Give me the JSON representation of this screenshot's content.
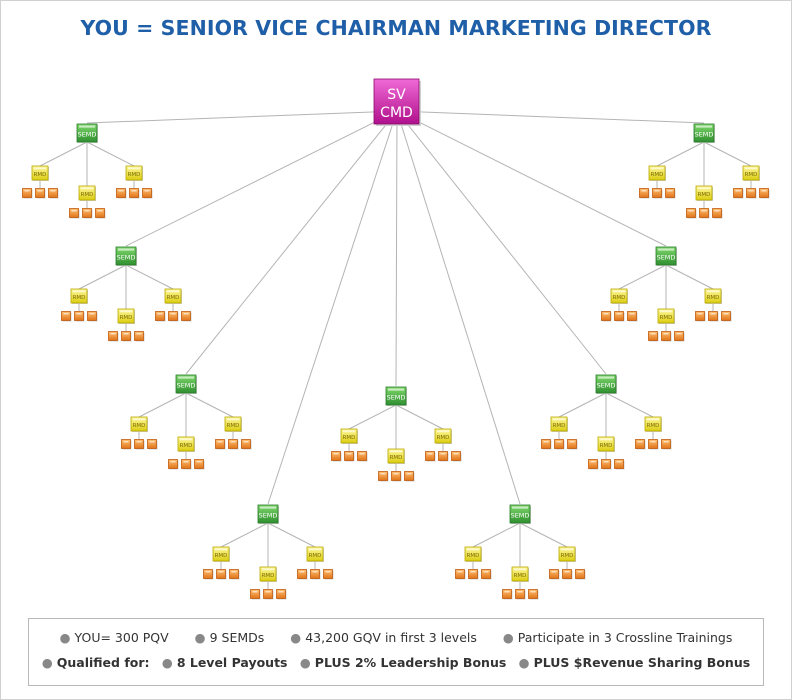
{
  "title": "YOU = SENIOR VICE CHAIRMAN MARKETING DIRECTOR",
  "root": {
    "label_line1": "SV",
    "label_line2": "CMD",
    "color": "#cc1aa6"
  },
  "tree": {
    "semd_label": "SEMD",
    "rmd_label": "RMD",
    "semd_color": "#3aa33a",
    "rmd_color": "#efe21a",
    "leaf_color": "#f08a1e",
    "line_color": "#b4b4b4",
    "semd_count": 9,
    "rmd_per_semd": 3,
    "leaves_per_rmd": 3
  },
  "summary": {
    "row1": [
      "YOU= 300 PQV",
      "9 SEMDs",
      "43,200 GQV in first 3 levels",
      "Participate in 3 Crossline Trainings"
    ],
    "row2": [
      "Qualified for:",
      "8 Level Payouts",
      "PLUS 2% Leadership Bonus",
      "PLUS $Revenue Sharing Bonus"
    ]
  }
}
